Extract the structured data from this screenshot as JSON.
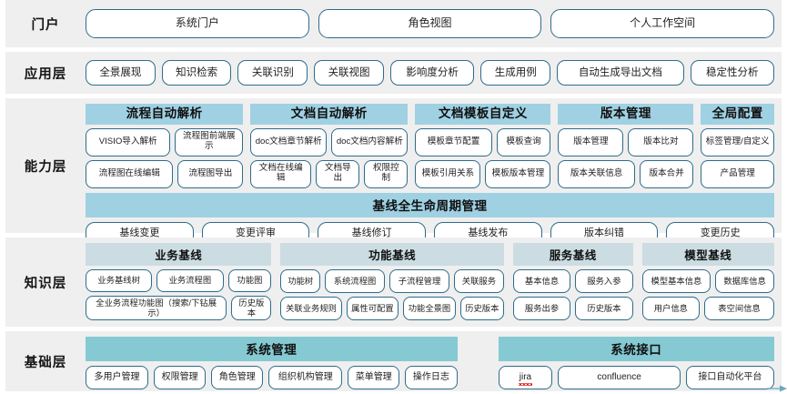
{
  "theme": {
    "band_bg": "#efefef",
    "pill_border": "#2e6c8a",
    "capability_head_bg": "#9fd1e3",
    "knowledge_head_bg": "#cbdde2",
    "foundation_head_bg": "#85cad3",
    "page_bg": "#ffffff"
  },
  "layers": {
    "portal": {
      "label": "门户",
      "items": [
        "系统门户",
        "角色视图",
        "个人工作空间"
      ]
    },
    "application": {
      "label": "应用层",
      "items": [
        "全景展现",
        "知识检索",
        "关联识别",
        "关联视图",
        "影响度分析",
        "生成用例",
        "自动生成导出文档",
        "稳定性分析"
      ]
    },
    "capability": {
      "label": "能力层",
      "groups": [
        {
          "title": "流程自动解析",
          "rows": [
            [
              "VISIO导入解析",
              "流程图前端展示"
            ],
            [
              "流程图在线编辑",
              "流程图导出"
            ]
          ]
        },
        {
          "title": "文档自动解析",
          "rows": [
            [
              "doc文档章节解析",
              "doc文档内容解析"
            ],
            [
              "文档在线编辑",
              "文档导出",
              "权限控制"
            ]
          ]
        },
        {
          "title": "文档模板自定义",
          "rows": [
            [
              "模板章节配置",
              "模板查询"
            ],
            [
              "模板引用关系",
              "模板版本管理"
            ]
          ]
        },
        {
          "title": "版本管理",
          "rows": [
            [
              "版本管理",
              "版本比对"
            ],
            [
              "版本关联信息",
              "版本合并"
            ]
          ]
        },
        {
          "title": "全局配置",
          "rows": [
            [
              "标签管理/自定义"
            ],
            [
              "产品管理"
            ]
          ]
        }
      ],
      "lifecycle": {
        "title": "基线全生命周期管理",
        "items": [
          "基线变更",
          "变更评审",
          "基线修订",
          "基线发布",
          "版本纠错",
          "变更历史"
        ]
      }
    },
    "knowledge": {
      "label": "知识层",
      "groups": [
        {
          "title": "业务基线",
          "row1": [
            "业务基线树",
            "业务流程图",
            "功能图"
          ],
          "row2": [
            "全业务流程功能图（搜索/下钻展示）",
            "历史版本"
          ]
        },
        {
          "title": "功能基线",
          "row1": [
            "功能树",
            "系统流程图",
            "子流程管理",
            "关联服务"
          ],
          "row2": [
            "关联业务规则",
            "属性可配置",
            "功能全景图",
            "历史版本"
          ]
        },
        {
          "title": "服务基线",
          "row1": [
            "基本信息",
            "服务入参"
          ],
          "row2": [
            "服务出参",
            "历史版本"
          ]
        },
        {
          "title": "模型基线",
          "row1": [
            "模型基本信息",
            "数据库信息"
          ],
          "row2": [
            "用户信息",
            "表空间信息"
          ]
        }
      ]
    },
    "foundation": {
      "label": "基础层",
      "groups": [
        {
          "title": "系统管理",
          "items": [
            "多用户管理",
            "权限管理",
            "角色管理",
            "组织机构管理",
            "菜单管理",
            "操作日志"
          ]
        },
        {
          "title": "系统接口",
          "items": [
            "jira",
            "confluence",
            "接口自动化平台"
          ],
          "misspelled": [
            "jira"
          ]
        }
      ]
    }
  }
}
